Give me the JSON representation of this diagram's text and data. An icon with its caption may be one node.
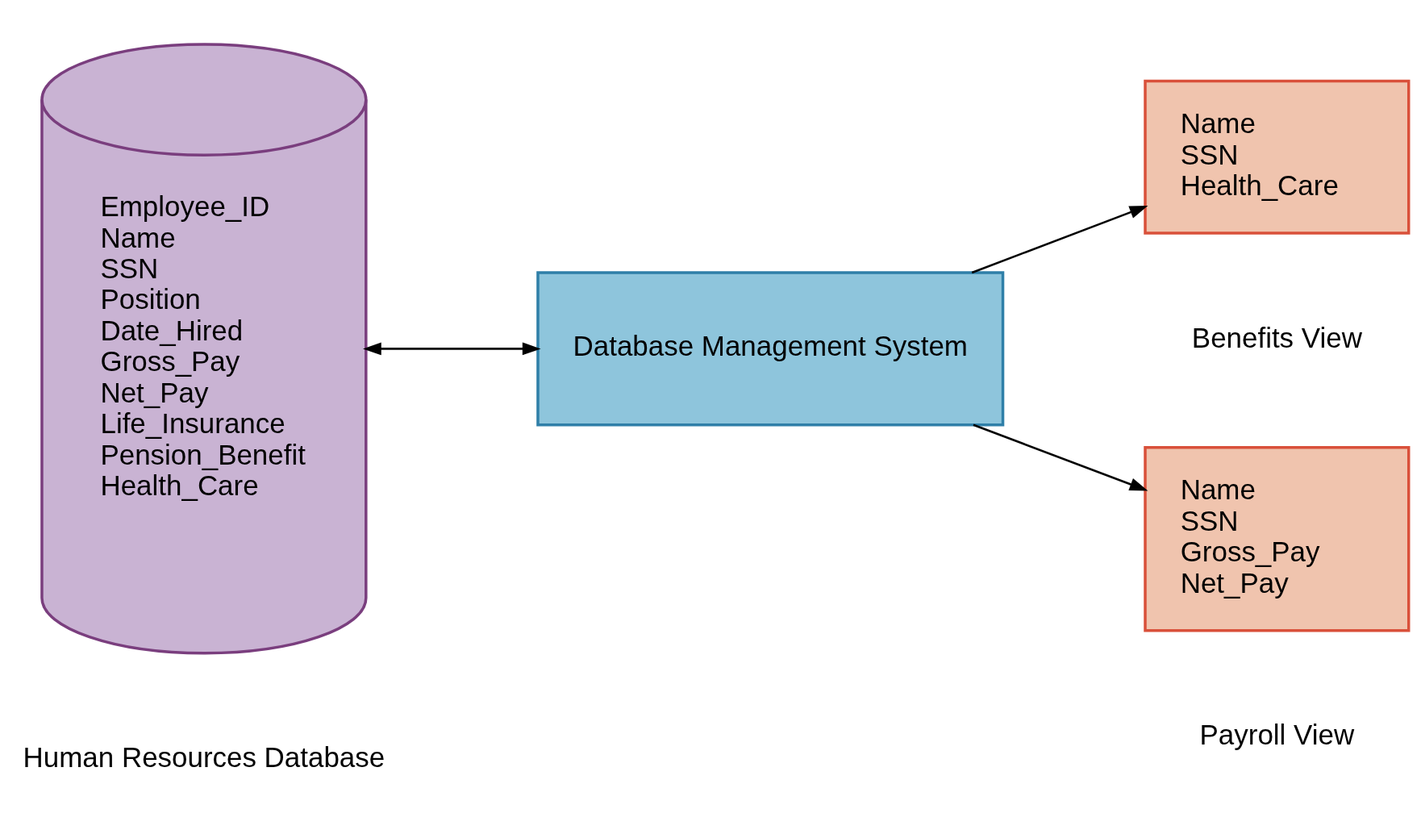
{
  "diagram": {
    "nodes": [
      {
        "text": [
          "Employee_ID",
          "Name",
          "SSN",
          "Position",
          "Date_Hired",
          "Gross_Pay",
          "Net_Pay",
          "Life_Insurance",
          "Pension_Benefit",
          "Health_Care"
        ],
        "beside": [
          "Human Resources Database"
        ]
      },
      {
        "text": [
          "Database Management System"
        ]
      },
      {
        "text": [
          "Name",
          "SSN",
          "Health_Care"
        ],
        "beside": [
          "Benefits View"
        ]
      },
      {
        "text": [
          "Name",
          "SSN",
          "Gross_Pay",
          "Net_Pay"
        ],
        "beside": [
          "Payroll View"
        ]
      }
    ],
    "edges": [
      {
        "from": 0,
        "to": 1,
        "arrow": "both"
      },
      {
        "from": 1,
        "to": 2,
        "arrow": "to"
      },
      {
        "from": 1,
        "to": 3,
        "arrow": "to"
      }
    ]
  }
}
